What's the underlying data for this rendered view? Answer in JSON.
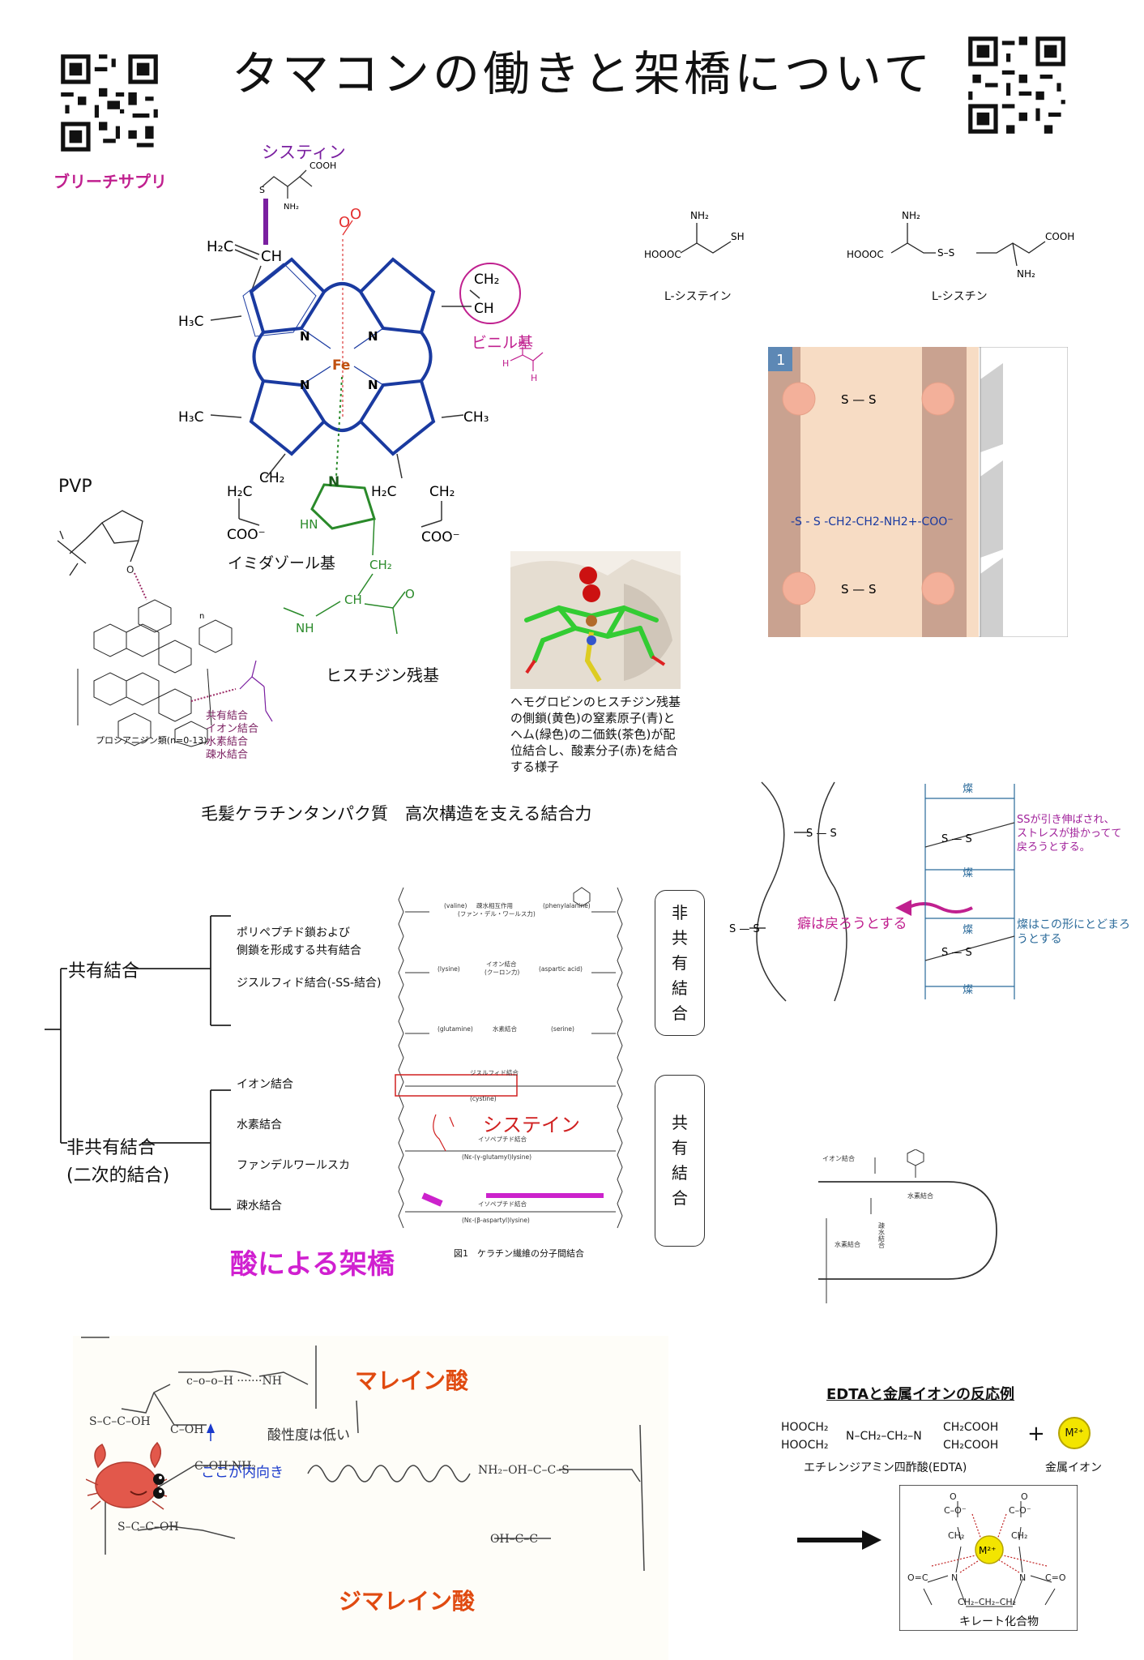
{
  "header": {
    "title": "タマコンの働きと架橋について",
    "qr_left_label": "ブリーチサプリ"
  },
  "heme": {
    "cysteine_label": "システィン",
    "vinyl_label": "ビニル基",
    "imidazole_label": "イミダゾール基",
    "histidine_label": "ヒスチジン残基",
    "fe": "Fe",
    "n": "N",
    "h2c": "H₂C",
    "ch": "CH",
    "ch2": "CH₂",
    "h3c": "H₃C",
    "ch3": "CH₃",
    "coo": "COO⁻",
    "cooh": "COOH",
    "nh2": "NH₂",
    "s": "S",
    "o": "O",
    "h": "H",
    "nh": "NH",
    "hn": "HN",
    "c": "C"
  },
  "pvp": {
    "label": "PVP",
    "proanthocyanidin": "プロシアニジン類(n=0-13)",
    "bonds": [
      "共有結合",
      "イオン結合",
      "水素結合",
      "疎水結合"
    ]
  },
  "hemoglobin_photo": {
    "caption": "ヘモグロビンのヒスチジン残基の側鎖(黄色)の窒素原子(青)とヘム(緑色)の二価鉄(茶色)が配位結合し、酸素分子(赤)を結合する様子"
  },
  "cystine_structures": {
    "cysteine_label": "L-システイン",
    "cystine_label": "L-シスチン",
    "hoooc": "HOOOC",
    "nh2": "NH₂",
    "sh": "SH",
    "ss": "S–S",
    "cooh": "COOH"
  },
  "keratin_panel": {
    "number": "1",
    "ss": "S — S",
    "chain": "-S - S -CH2-CH2-NH2+-COO⁻"
  },
  "keratin_table": {
    "heading": "毛髪ケラチンタンパク質　高次構造を支える結合力",
    "covalent": "共有結合",
    "covalent_items": [
      "ポリペプチド鎖および",
      "側鎖を形成する共有結合",
      "ジスルフィド結合(-SS-結合)"
    ],
    "noncovalent": "非共有結合",
    "noncovalent_sub": "(二次的結合)",
    "noncovalent_items": [
      "イオン結合",
      "水素結合",
      "ファンデルワールスカ",
      "疎水結合"
    ],
    "noncovalent_box": [
      "非",
      "共",
      "有",
      "結",
      "合"
    ],
    "covalent_box": [
      "共",
      "有",
      "結",
      "合"
    ],
    "cysteine_red": "システイン",
    "figure_caption": "図1　ケラチン繊維の分子間結合",
    "acid_crosslink": "酸による架橋",
    "center_labels": [
      "(valine)",
      "疎水相互作用",
      "(ファン・デル・ワールス力)",
      "(phenylalanine)",
      "(lysine)",
      "イオン結合",
      "(クーロン力)",
      "(aspartic acid)",
      "(glutamine)",
      "水素結合",
      "(serine)",
      "ジスルフィド結合",
      "(cystine)",
      "イソペプチド結合",
      "(Nε-(γ-glutamyl)lysine)",
      "イソペプチド結合",
      "(Nε-(β-aspartyl)lysine)"
    ]
  },
  "stress_diagram": {
    "habit_returns": "癖は戻ろうとする",
    "ss_stretched": "SSが引き伸ばされ、ストレスが掛かってて戻ろうとする。",
    "stays": "燦はこの形にとどまろうとする",
    "bar_label": "燦",
    "ss": "S — S"
  },
  "bonds_diagram": {
    "ion": "イオン結合",
    "hbond": "水素結合",
    "hydrophobic": "疎水結合"
  },
  "handwritten": {
    "maleic": "マレイン酸",
    "dimaleic": "ジマレイン酸",
    "inward": "ここが内向き",
    "acidity_note": "酸性度は低い"
  },
  "edta": {
    "title": "EDTAと金属イオンの反応例",
    "edta_name": "エチレンジアミン四酢酸(EDTA)",
    "metal_ion": "金属イオン",
    "metal_symbol": "M²⁺",
    "chelate": "キレート化合物",
    "hooch2": "HOOCH₂",
    "ch2cooh": "CH₂COOH",
    "backbone": "N–CH₂–CH₂–N",
    "plus": "+"
  }
}
